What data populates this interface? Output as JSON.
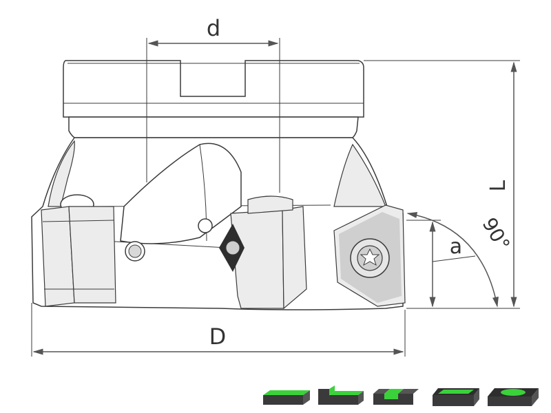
{
  "labels": {
    "d": "d",
    "L": "L",
    "a": "a",
    "angle": "90°",
    "D": "D"
  },
  "colors": {
    "outline": "#3a3a3a",
    "dimension": "#555555",
    "insert_dark": "#2e2e2e",
    "operation_green": "#3bd13b"
  },
  "operation_icons": [
    "face-milling-icon",
    "shoulder-milling-icon",
    "slot-milling-icon",
    "pocket-milling-icon",
    "circular-pocket-milling-icon"
  ]
}
